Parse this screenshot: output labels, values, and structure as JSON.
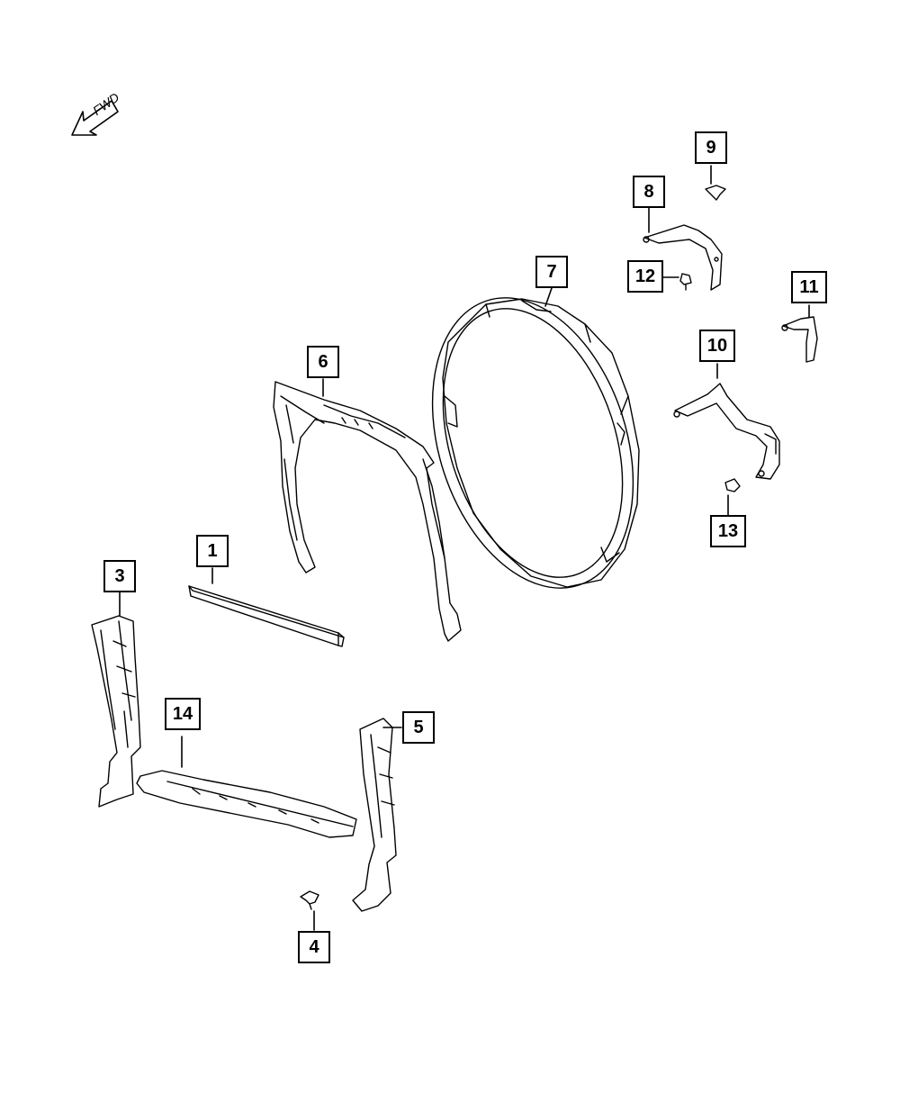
{
  "orientation": {
    "label": "FWD",
    "icon": "forward-arrow-icon"
  },
  "callouts": {
    "c1": "1",
    "c3": "3",
    "c4": "4",
    "c5": "5",
    "c6": "6",
    "c7": "7",
    "c8": "8",
    "c9": "9",
    "c10": "10",
    "c11": "11",
    "c12": "12",
    "c13": "13",
    "c14": "14"
  },
  "colors": {
    "line": "#000000",
    "background": "#ffffff"
  }
}
